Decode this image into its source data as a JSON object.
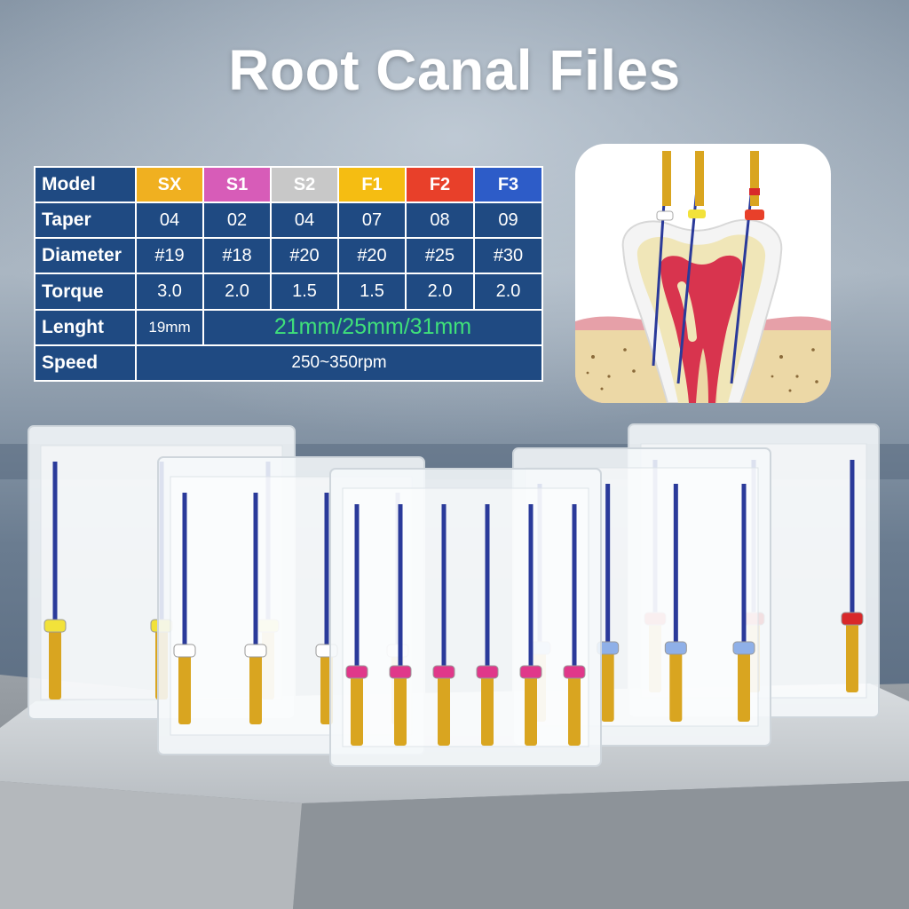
{
  "title": "Root Canal Files",
  "table": {
    "row_labels": [
      "Model",
      "Taper",
      "Diameter",
      "Torque",
      "Lenght",
      "Speed"
    ],
    "models": [
      {
        "name": "SX",
        "color": "#f0b020"
      },
      {
        "name": "S1",
        "color": "#d75cb8"
      },
      {
        "name": "S2",
        "color": "#c8c8c8"
      },
      {
        "name": "F1",
        "color": "#f5bd12"
      },
      {
        "name": "F2",
        "color": "#e8402a"
      },
      {
        "name": "F3",
        "color": "#2d5cc8"
      }
    ],
    "taper": [
      "04",
      "02",
      "04",
      "07",
      "08",
      "09"
    ],
    "diameter": [
      "#19",
      "#18",
      "#20",
      "#20",
      "#25",
      "#30"
    ],
    "torque": [
      "3.0",
      "2.0",
      "1.5",
      "1.5",
      "2.0",
      "2.0"
    ],
    "length_sx": "19mm",
    "length_others": "21mm/25mm/31mm",
    "speed": "250~350rpm"
  },
  "colors": {
    "table_bg": "#1f4a82",
    "length_highlight": "#3fe07a",
    "file_shaft": "#2a3a9a",
    "file_handle": "#d9a520"
  },
  "illustration": {
    "icon": "tooth-cross-section-icon"
  },
  "file_boxes": [
    {
      "stopper_color": "#f2e23a",
      "count": 3
    },
    {
      "stopper_color": "#ffffff",
      "count": 4
    },
    {
      "stopper_color": "#e0388a",
      "count": 6
    },
    {
      "stopper_color": "#8fb0e8",
      "count": 4
    },
    {
      "stopper_color": "#d8282a",
      "count": 3
    }
  ]
}
